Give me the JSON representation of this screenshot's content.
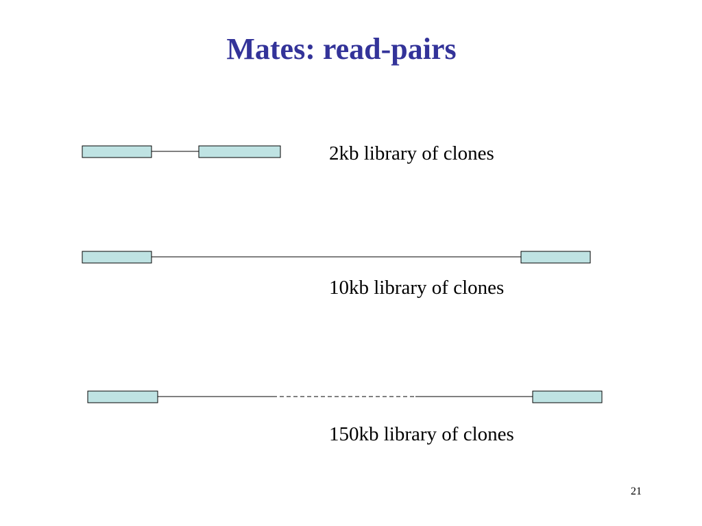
{
  "slide": {
    "title": "Mates: read-pairs",
    "page_number": "21"
  },
  "colors": {
    "title": "#333399",
    "read_fill": "#bfe3e3",
    "outline": "#000000"
  },
  "libraries": [
    {
      "label": "2kb library of clones",
      "insert_style": "solid"
    },
    {
      "label": "10kb library of clones",
      "insert_style": "solid"
    },
    {
      "label": "150kb library of clones",
      "insert_style": "solid-with-dashed-middle"
    }
  ]
}
